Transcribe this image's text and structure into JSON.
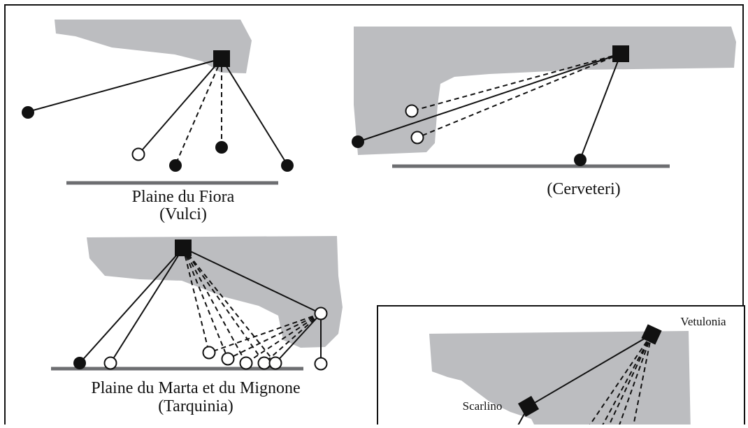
{
  "colors": {
    "land": "#bcbdc0",
    "ink": "#111111",
    "baseline": "#6d6e71",
    "background": "#ffffff"
  },
  "panels": {
    "vulci": {
      "label_line1": "Plaine du Fiora",
      "label_line2": "(Vulci)"
    },
    "cerveteri": {
      "label": "(Cerveteri)"
    },
    "tarquinia": {
      "label_line1": "Plaine du Marta et du Mignone",
      "label_line2": "(Tarquinia)"
    },
    "vetulonia": {
      "site_main": "Vetulonia",
      "site_secondary": "Scarlino"
    }
  },
  "legend_symbols": {
    "city": "square-filled",
    "filled_site": "circle-filled",
    "open_site": "circle-open",
    "solid_link": "line-solid",
    "dashed_link": "line-dashed"
  }
}
